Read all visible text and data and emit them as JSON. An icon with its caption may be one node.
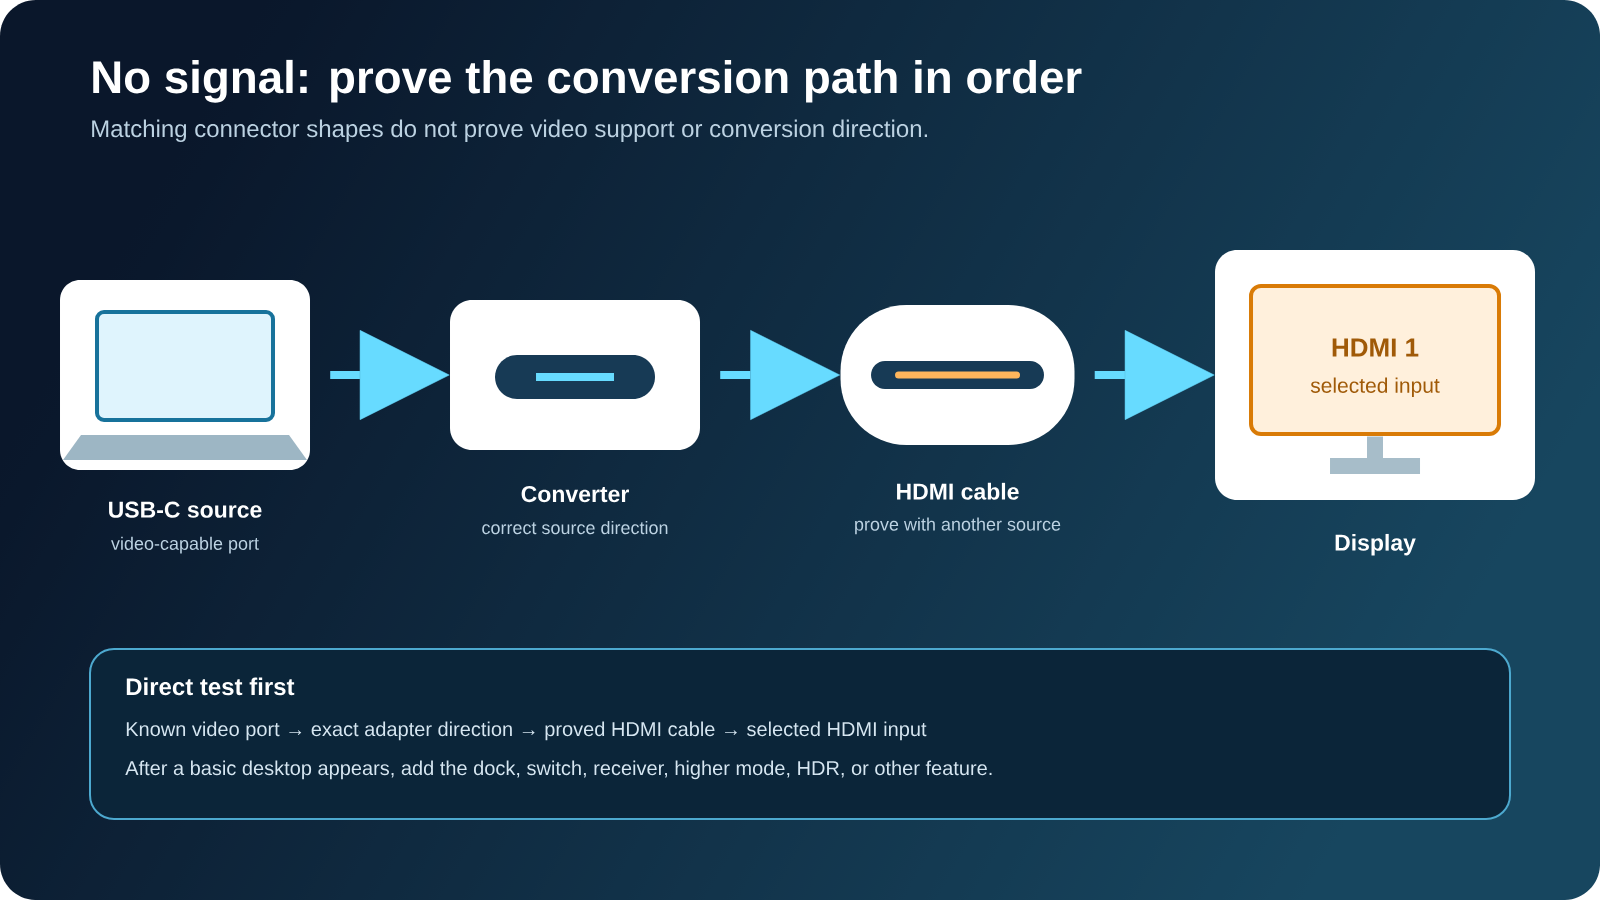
{
  "diagram": {
    "title": "No signal: prove the conversion path in order",
    "nodes": [
      {
        "text": [
          "USB-C source",
          "video-capable port"
        ]
      },
      {
        "text": [
          "Converter",
          "correct source direction"
        ]
      },
      {
        "text": [
          "HDMI cable",
          "prove with another source"
        ]
      },
      {
        "text": [
          "Display"
        ]
      },
      {
        "text": [
          "HDMI 1",
          "selected input"
        ],
        "in": 3
      },
      {
        "text": [
          "Direct test first",
          "Known video port → exact adapter direction → proved HDMI cable → selected HDMI input",
          "After a basic desktop appears, add the dock, switch, receiver, higher mode, HDR, or other feature."
        ]
      }
    ],
    "edges": [
      {
        "from": 0,
        "to": 1,
        "arrow": "to"
      },
      {
        "from": 1,
        "to": 2,
        "arrow": "to"
      },
      {
        "from": 2,
        "to": 3,
        "arrow": "to"
      }
    ],
    "labels": [
      "Matching connector shapes do not prove video support or conversion direction."
    ]
  }
}
